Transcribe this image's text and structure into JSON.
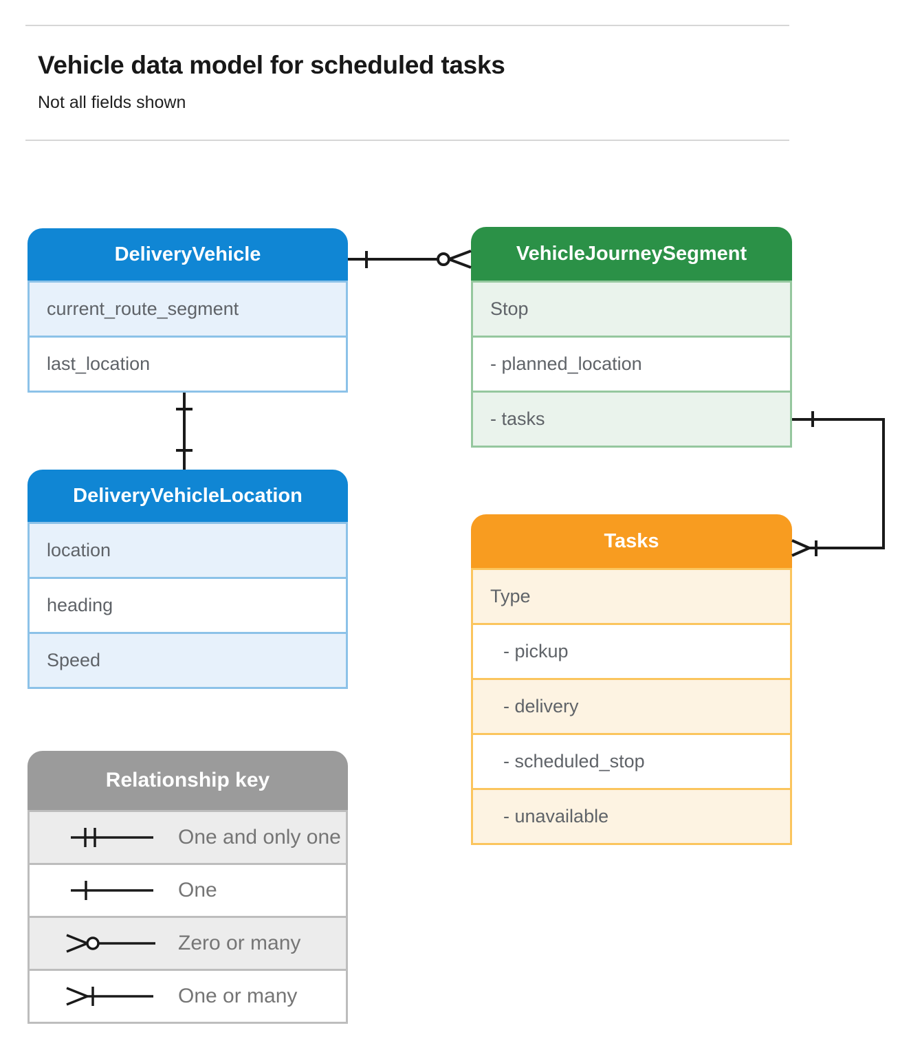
{
  "page": {
    "title": "Vehicle data model for scheduled tasks",
    "subtitle": "Not all fields shown"
  },
  "colors": {
    "blue_header": "#1086d4",
    "blue_tint": "#e7f1fb",
    "blue_border": "#8cc2e8",
    "green_header": "#2b9147",
    "green_tint": "#eaf3ec",
    "green_border": "#95c79e",
    "orange_header": "#f89c20",
    "orange_tint": "#fdf3e2",
    "orange_border": "#fbc55d",
    "gray_header": "#9b9b9b",
    "gray_tint": "#ececec",
    "gray_border": "#bdbdbd",
    "connector_line": "#1a1a1a",
    "field_text": "#5f6368",
    "key_text": "#757575"
  },
  "entities": {
    "delivery_vehicle": {
      "title": "DeliveryVehicle",
      "fields": [
        "current_route_segment",
        "last_location"
      ]
    },
    "vehicle_journey_segment": {
      "title": "VehicleJourneySegment",
      "fields": [
        "Stop",
        "- planned_location",
        "- tasks"
      ]
    },
    "delivery_vehicle_location": {
      "title": "DeliveryVehicleLocation",
      "fields": [
        "location",
        "heading",
        "Speed"
      ]
    },
    "tasks": {
      "title": "Tasks",
      "fields": [
        "Type",
        "- pickup",
        "- delivery",
        "- scheduled_stop",
        "- unavailable"
      ]
    }
  },
  "key": {
    "title": "Relationship key",
    "rows": [
      {
        "symbol": "one-and-only-one",
        "label": "One and only one"
      },
      {
        "symbol": "one",
        "label": "One"
      },
      {
        "symbol": "zero-or-many",
        "label": "Zero or many"
      },
      {
        "symbol": "one-or-many",
        "label": "One or many"
      }
    ]
  },
  "relationships": [
    {
      "from": "DeliveryVehicle",
      "to": "VehicleJourneySegment",
      "from_cardinality": "one",
      "to_cardinality": "zero-or-many"
    },
    {
      "from": "DeliveryVehicle",
      "to": "DeliveryVehicleLocation",
      "from_cardinality": "one",
      "to_cardinality": "one"
    },
    {
      "from": "VehicleJourneySegment.tasks",
      "to": "Tasks",
      "from_cardinality": "one",
      "to_cardinality": "one-or-many"
    }
  ]
}
